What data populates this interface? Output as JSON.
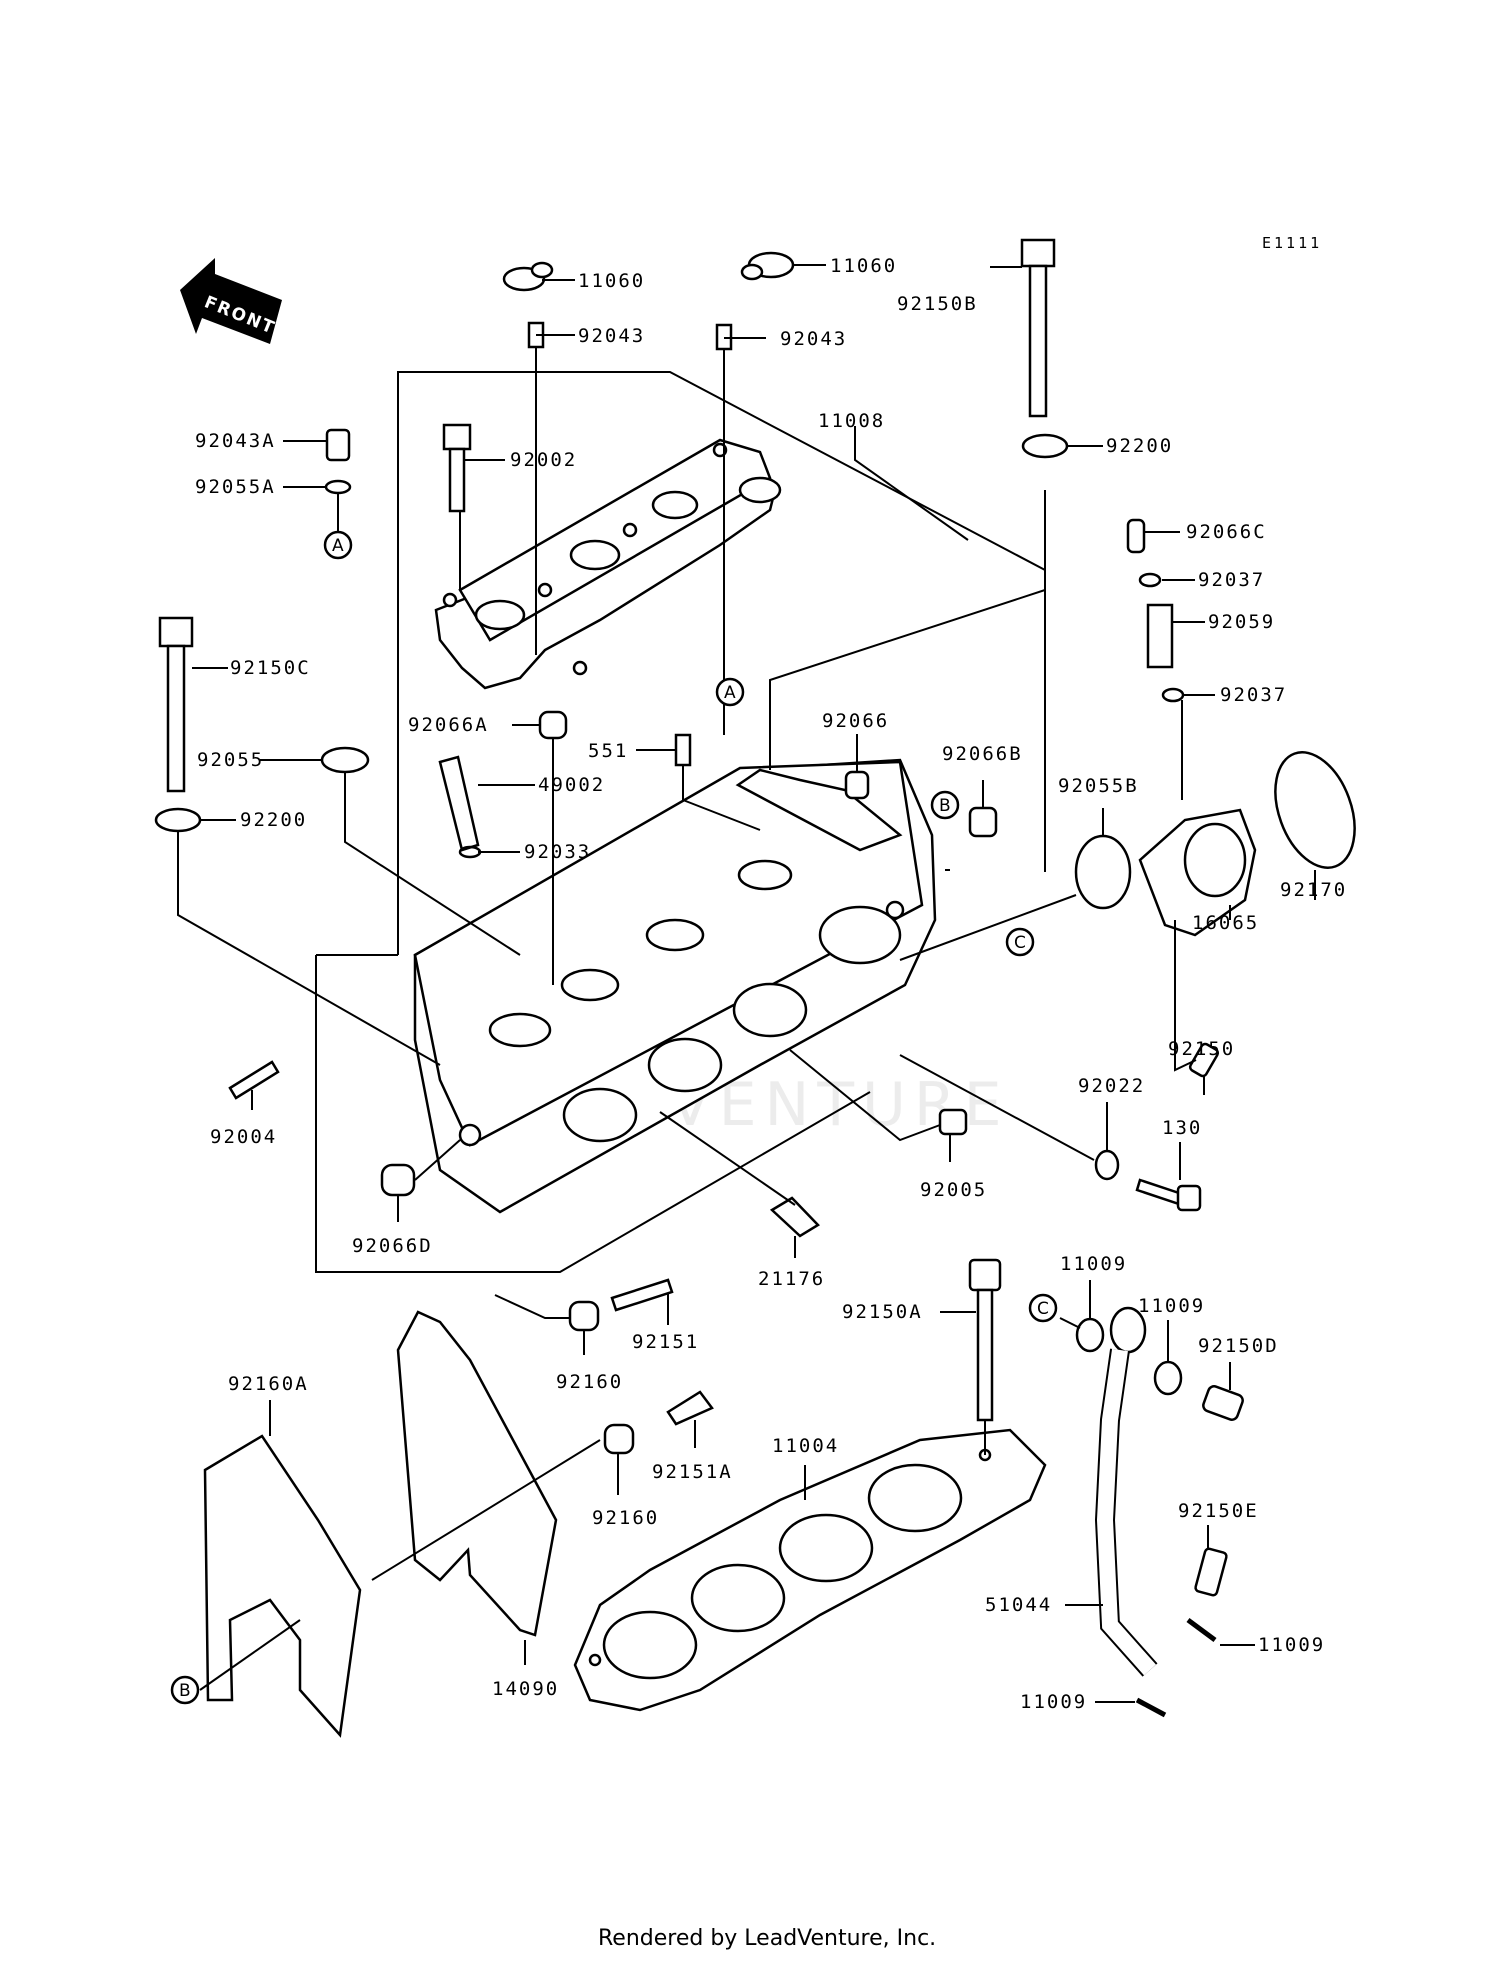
{
  "diagram_code": "E1111",
  "front_label": "FRONT",
  "footer": "Rendered by LeadVenture, Inc.",
  "watermark": "LEADVENTURE",
  "callouts": {
    "a": "A",
    "b": "B",
    "c": "C"
  },
  "parts": {
    "p11060_l": "11060",
    "p92043_l": "92043",
    "p11060_r": "11060",
    "p92043_r": "92043",
    "p92150B": "92150B",
    "p92043A": "92043A",
    "p92055A": "92055A",
    "p92002": "92002",
    "p11008": "11008",
    "p92200_top": "92200",
    "p92066C": "92066C",
    "p92037_top": "92037",
    "p92059": "92059",
    "p92150C": "92150C",
    "p92037_bot": "92037",
    "p92066A": "92066A",
    "p551": "551",
    "p92066": "92066",
    "p92066B": "92066B",
    "p92055": "92055",
    "p49002": "49002",
    "p92055B": "92055B",
    "p92200_mid": "92200",
    "p92033": "92033",
    "p92170": "92170",
    "p16065": "16065",
    "p92150": "92150",
    "p92022": "92022",
    "p92004": "92004",
    "p130": "130",
    "p92005": "92005",
    "p92066D": "92066D",
    "p21176": "21176",
    "p11009_a": "11009",
    "p92150A": "92150A",
    "p92151": "92151",
    "p11009_b": "11009",
    "p92150D": "92150D",
    "p92160A": "92160A",
    "p92160_a": "92160",
    "p92151A": "92151A",
    "p11004": "11004",
    "p92160_b": "92160",
    "p92150E": "92150E",
    "p51044": "51044",
    "p11009_c": "11009",
    "p14090": "14090",
    "p11009_d": "11009"
  }
}
